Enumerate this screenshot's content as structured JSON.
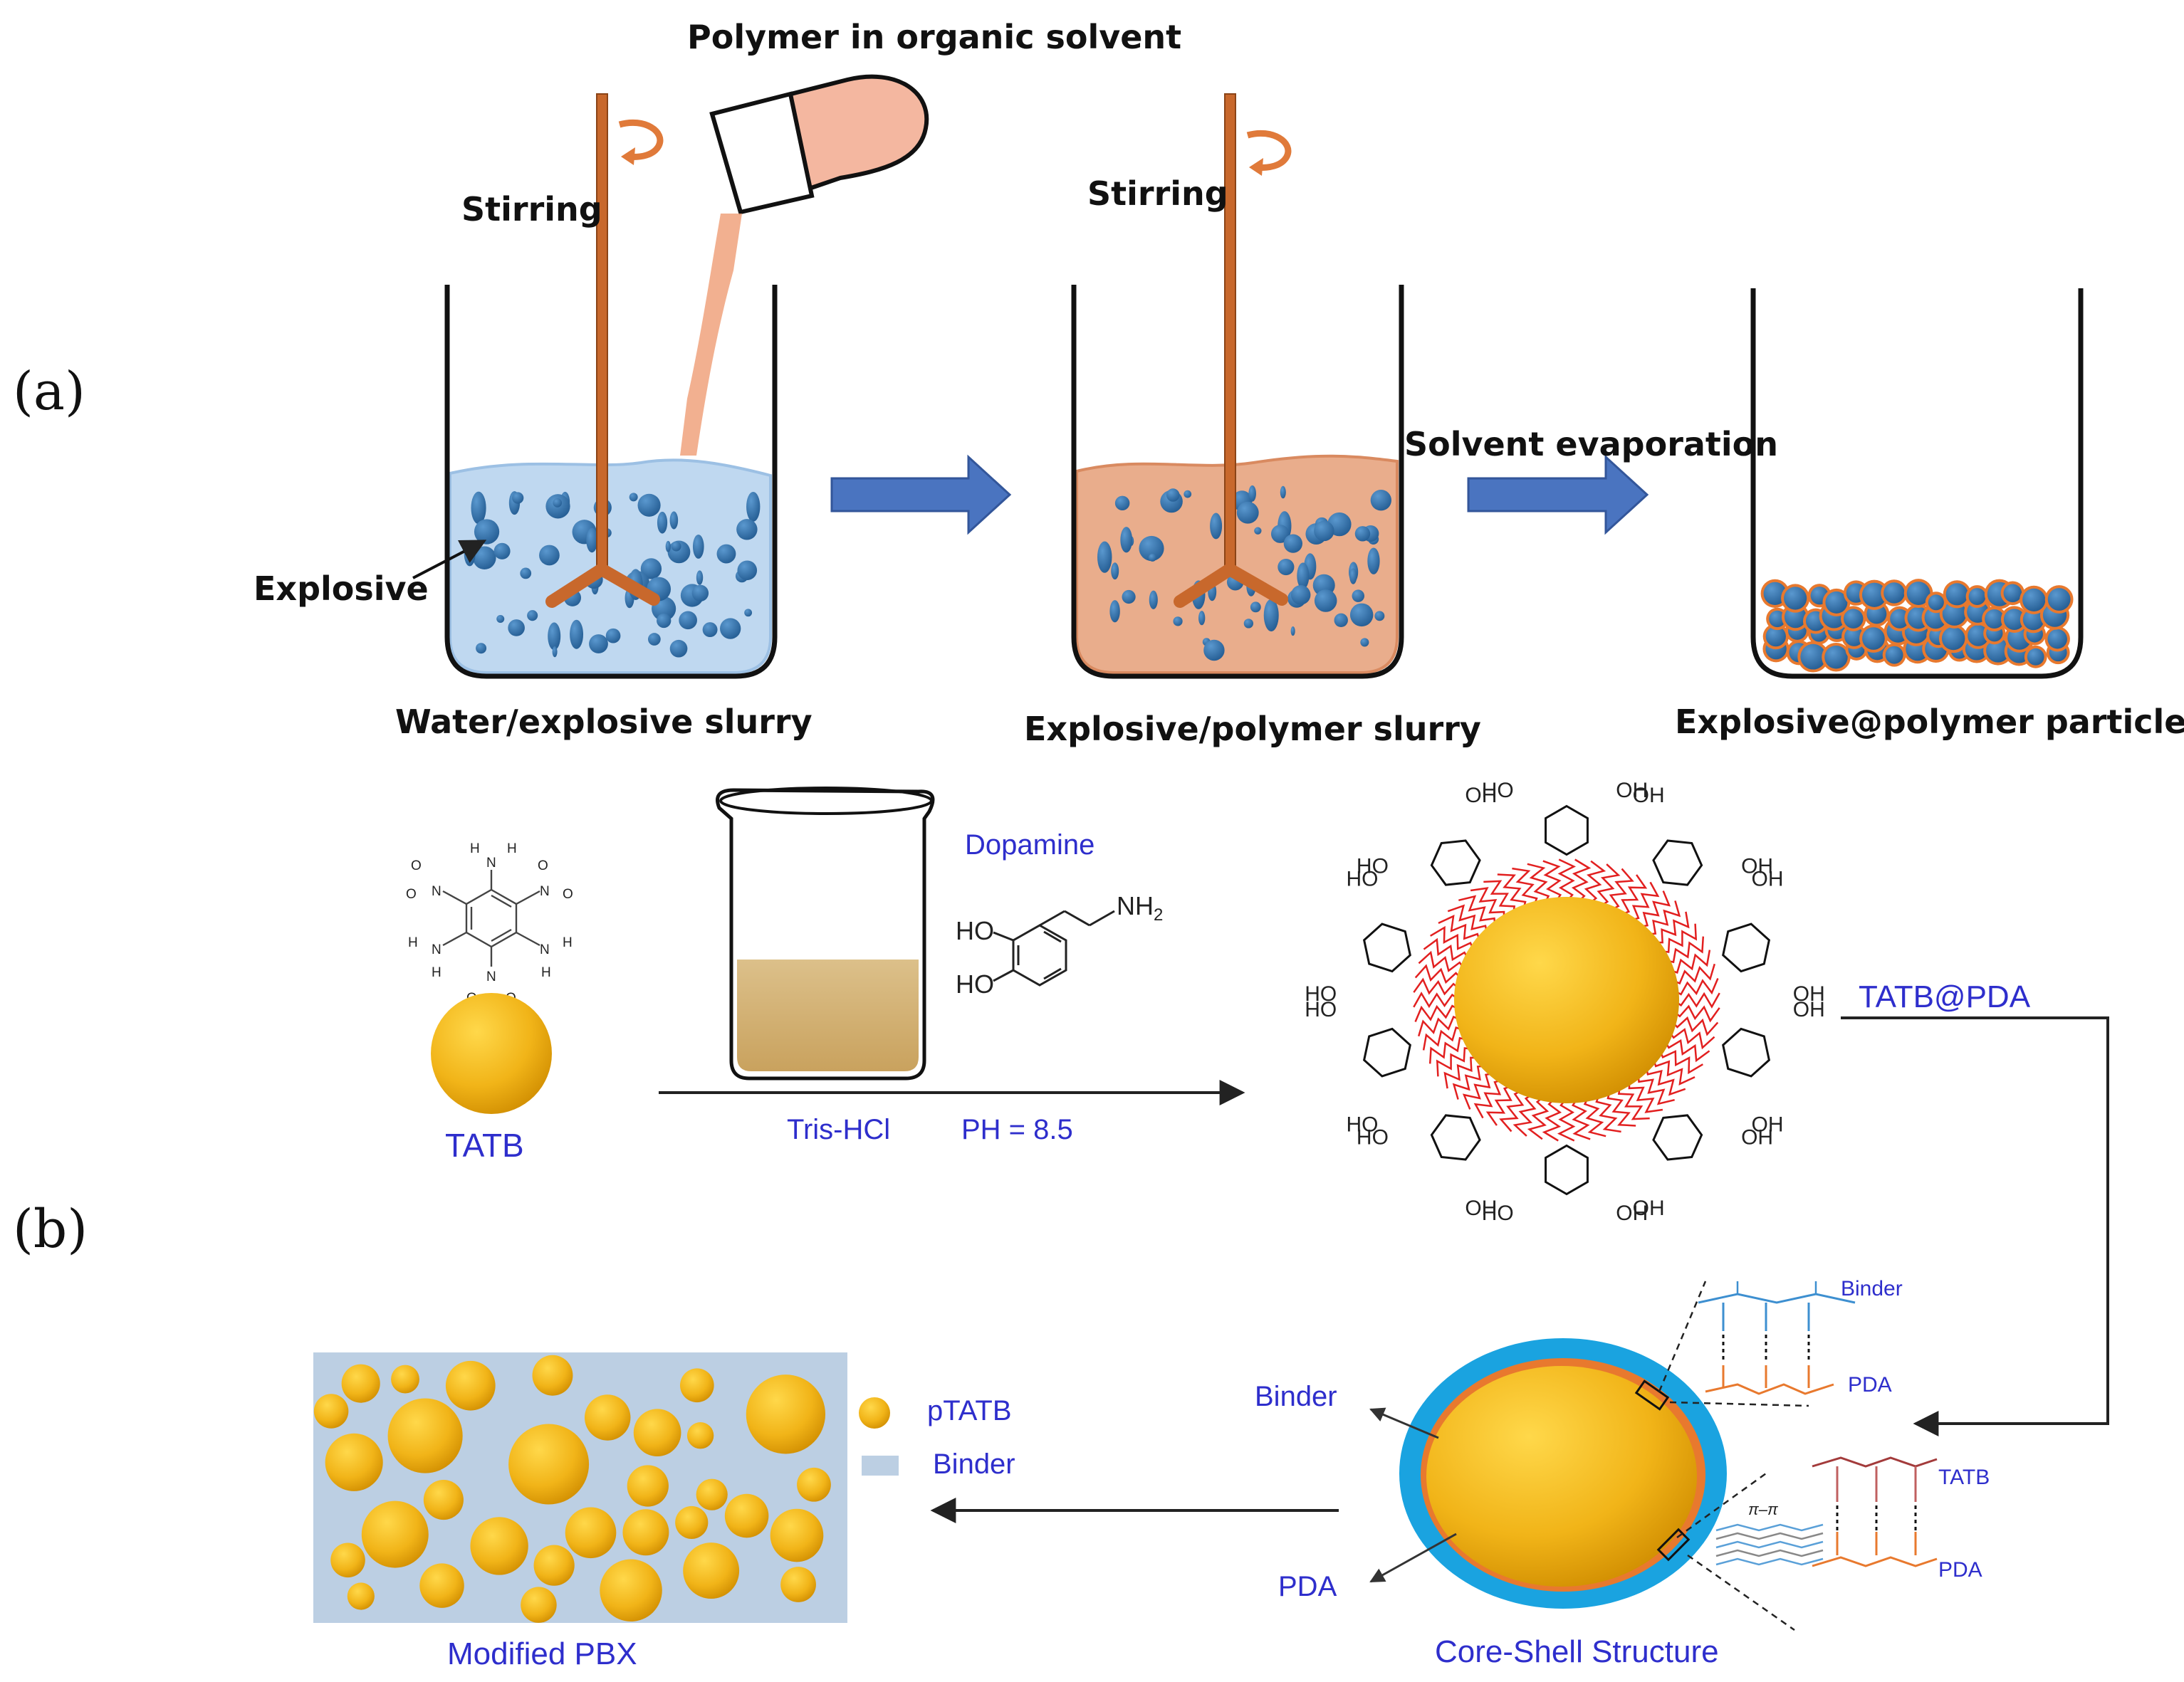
{
  "panels": {
    "a": "(a)",
    "b": "(b)"
  },
  "a": {
    "polymer_label": "Polymer in organic solvent",
    "stirring_1": "Stirring",
    "stirring_2": "Stirring",
    "explosive_label": "Explosive",
    "solvent_evaporation": "Solvent evaporation",
    "beaker1_caption": "Water/explosive slurry",
    "beaker2_caption": "Explosive/polymer slurry",
    "beaker3_caption": "Explosive@polymer particles"
  },
  "b": {
    "dopamine": "Dopamine",
    "ho": "HO",
    "nh2": "NH",
    "nh2_sub": "2",
    "tatb": "TATB",
    "condition_buffer": "Tris-HCl",
    "condition_ph": "PH = 8.5",
    "tatb_pda": "TATB@PDA",
    "oh": "OH",
    "binder_arrow": "Binder",
    "pda_arrow": "PDA",
    "core_shell": "Core-Shell Structure",
    "inset_binder": "Binder",
    "inset_pda_top": "PDA",
    "inset_tatb": "TATB",
    "inset_pda_bottom": "PDA",
    "pi_pi": "π–π",
    "legend_ptatb": "pTATB",
    "legend_binder": "Binder",
    "modified_pbx": "Modified PBX",
    "mol_n": "N",
    "mol_h": "H",
    "mol_o": "O"
  },
  "colors": {
    "rod": "#c8682c",
    "water": "#bfd8f0",
    "particle": "#2f6fa7",
    "slurry": "#e9ad8c",
    "shell_orange": "#e8792e",
    "arrow_blue": "#4a74c0",
    "gold": "#f1b418",
    "gold_dark": "#d18f00",
    "binder_bg": "#bccfe3",
    "shell_blue": "#1aa3e0",
    "pda_red": "#e21f1f",
    "text_blue": "#2e2ecc"
  }
}
